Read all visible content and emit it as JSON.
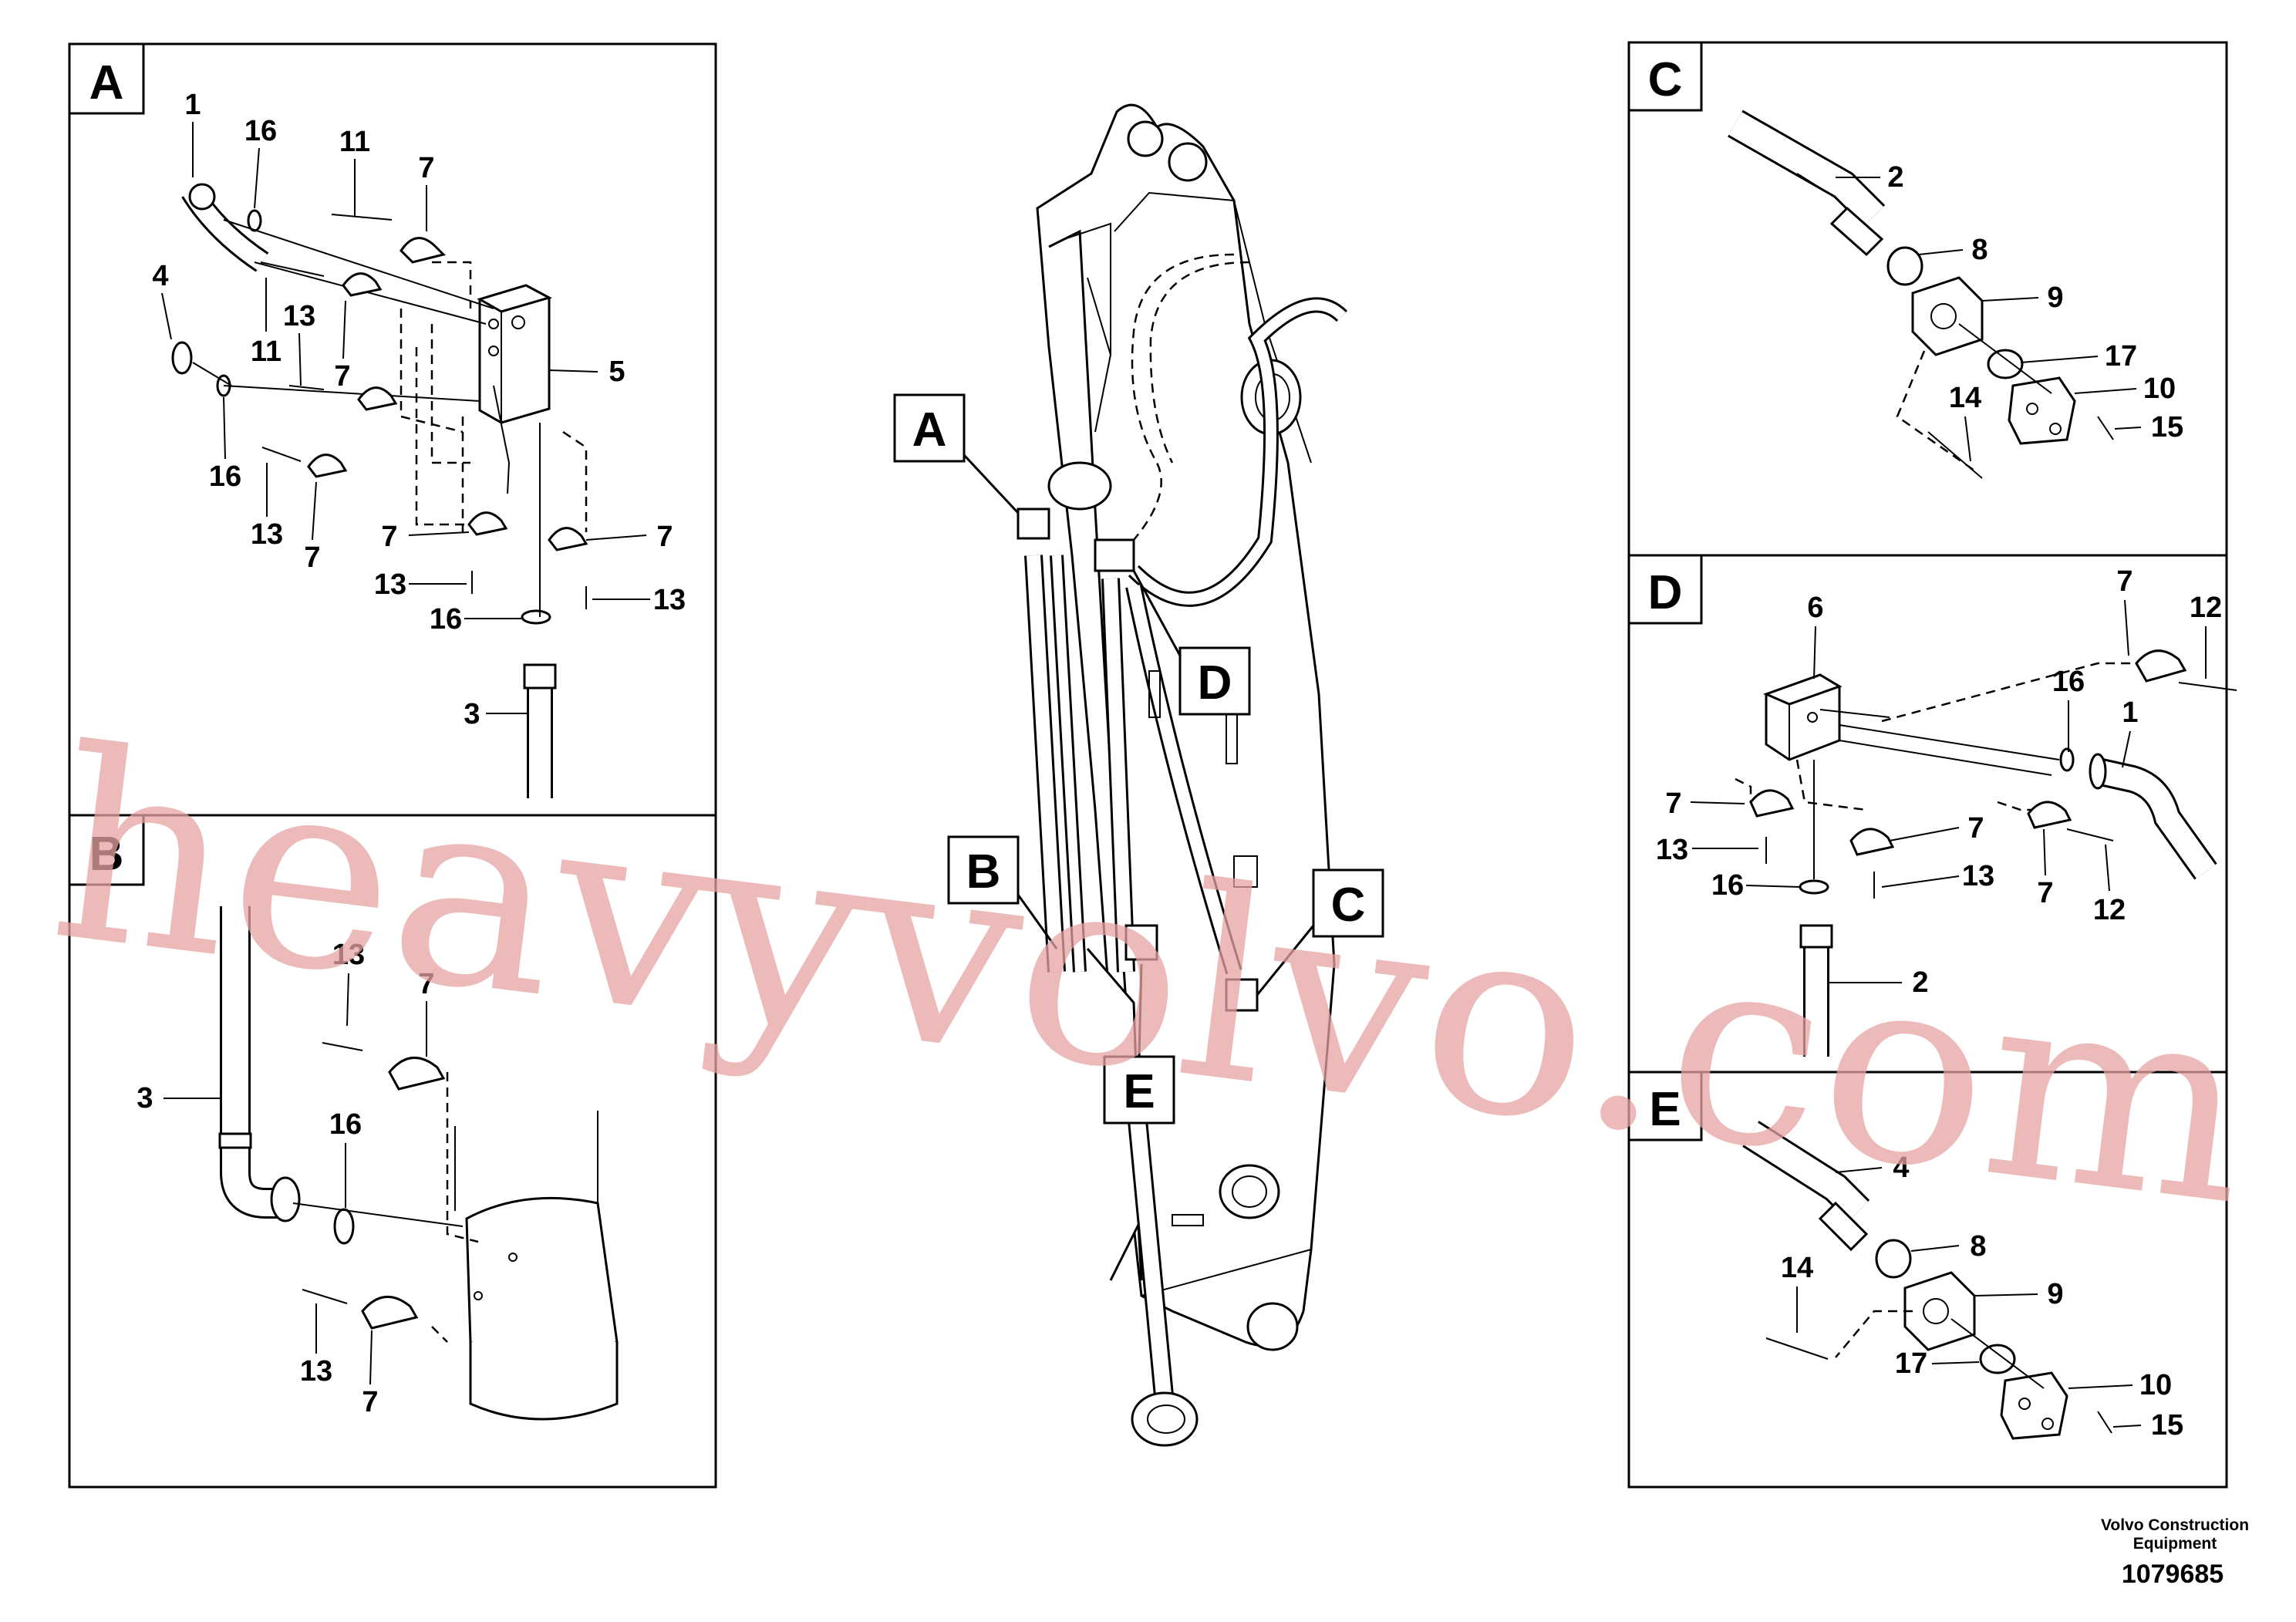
{
  "panels": [
    {
      "id": "A"
    },
    {
      "id": "B"
    },
    {
      "id": "C"
    },
    {
      "id": "D"
    },
    {
      "id": "E"
    }
  ],
  "main_view": {
    "callouts": [
      "A",
      "B",
      "C",
      "D",
      "E"
    ]
  },
  "labels": {
    "A": [
      "1",
      "16",
      "11",
      "7",
      "4",
      "11",
      "13",
      "7",
      "5",
      "16",
      "13",
      "7",
      "7",
      "7",
      "13",
      "13",
      "16",
      "3"
    ],
    "B": [
      "13",
      "7",
      "3",
      "16",
      "13",
      "7"
    ],
    "C": [
      "2",
      "8",
      "9",
      "17",
      "10",
      "14",
      "15"
    ],
    "D": [
      "6",
      "7",
      "12",
      "16",
      "1",
      "7",
      "13",
      "7",
      "16",
      "13",
      "7",
      "12",
      "2"
    ],
    "E": [
      "4",
      "8",
      "9",
      "14",
      "17",
      "10",
      "15"
    ]
  },
  "watermark": "heavyvolvo.com",
  "footer": {
    "credit_line1": "Volvo Construction",
    "credit_line2": "Equipment",
    "doc_number": "1079685"
  }
}
